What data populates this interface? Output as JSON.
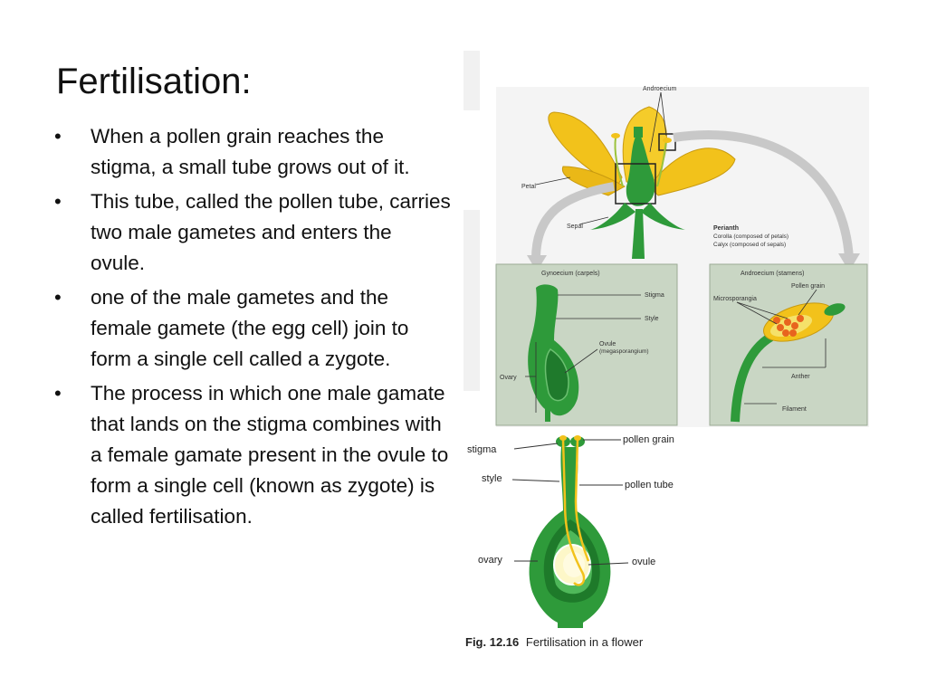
{
  "slide": {
    "title": "Fertilisation:",
    "bullets": [
      "When a pollen grain reaches the stigma, a small tube grows out of it.",
      "This tube, called the pollen tube, carries two male gametes and enters the ovule.",
      "one of the male gametes and the female gamete (the egg cell) join to form a single cell called a zygote.",
      "The process in which one male gamate that lands on the stigma combines with a female gamate present in the ovule to form a single cell (known as zygote) is called fertilisation."
    ]
  },
  "figure_flower": {
    "androecium_top": "Androecium",
    "petal": "Petal",
    "sepal": "Sepal",
    "perianth": "Perianth",
    "corolla": "Corolla (composed of petals)",
    "calyx": "Calyx (composed of sepals)",
    "gynoecium_panel": "Gynoecium (carpels)",
    "stigma": "Stigma",
    "style": "Style",
    "ovule": "Ovule",
    "megasporangium": "(megasporangium)",
    "ovary": "Ovary",
    "androecium_panel": "Androecium (stamens)",
    "pollen_grain": "Pollen grain",
    "microsporangia": "Microsporangia",
    "anther": "Anther",
    "filament": "Filament"
  },
  "figure_fertilisation": {
    "stigma": "stigma",
    "pollen_grain": "pollen grain",
    "style": "style",
    "pollen_tube": "pollen tube",
    "ovary": "ovary",
    "ovule": "ovule",
    "caption_bold": "Fig. 12.16",
    "caption_text": "Fertilisation in a flower"
  },
  "colors": {
    "petal_yellow": "#f2c21b",
    "stem_green": "#2e9a3a",
    "panel_bg": "#c9d6c4",
    "arrow_gray": "#c8c8c8",
    "pollen_orange": "#e8641e"
  }
}
